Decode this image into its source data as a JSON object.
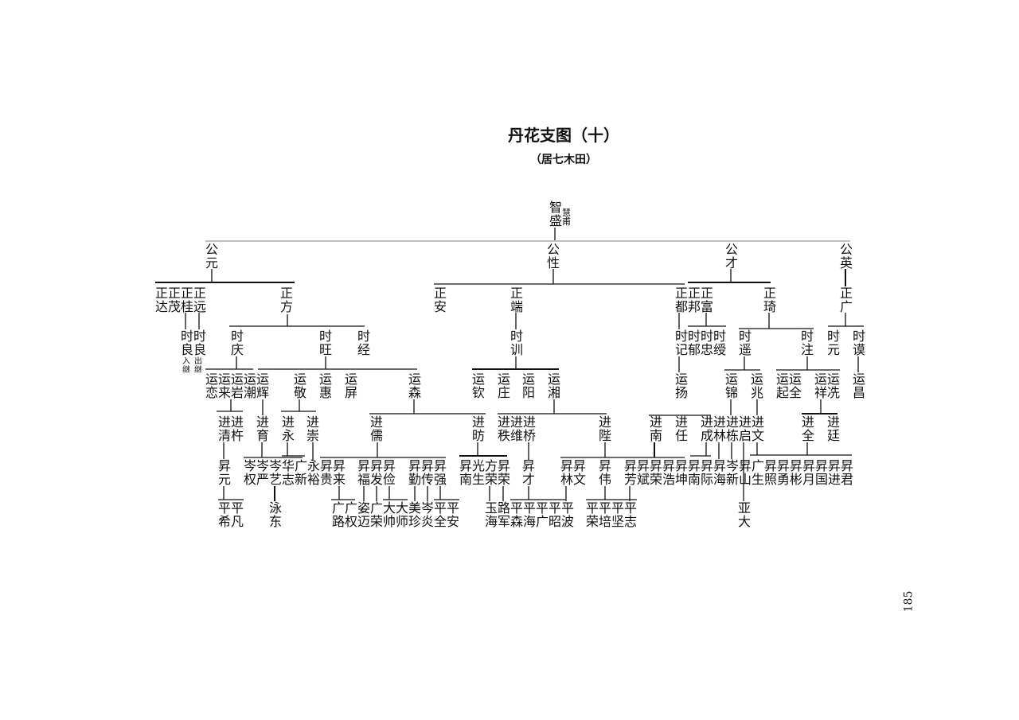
{
  "title": "丹花支图（十）",
  "subtitle": "（居七木田）",
  "root": {
    "top": "智",
    "bottom": "盛",
    "note": "慧甫"
  },
  "notes": [
    "入继",
    "出继"
  ],
  "page_number": "185",
  "nodes": [
    {
      "top": "公",
      "bottom": "元"
    },
    {
      "top": "公",
      "bottom": "性"
    },
    {
      "top": "公",
      "bottom": "才"
    },
    {
      "top": "公",
      "bottom": "英"
    },
    {
      "top": "正正正正",
      "bottom": "达茂桂远"
    },
    {
      "top": "正",
      "bottom": "方"
    },
    {
      "top": "正",
      "bottom": "安"
    },
    {
      "top": "正",
      "bottom": "端"
    },
    {
      "top": "正正正",
      "bottom": "都邦富"
    },
    {
      "top": "正",
      "bottom": "琦"
    },
    {
      "top": "正",
      "bottom": "广"
    },
    {
      "top": "时时",
      "bottom": "良良"
    },
    {
      "top": "时",
      "bottom": "庆"
    },
    {
      "top": "时",
      "bottom": "旺"
    },
    {
      "top": "时",
      "bottom": "经"
    },
    {
      "top": "时",
      "bottom": "训"
    },
    {
      "top": "时时时时",
      "bottom": "记郁忠绶"
    },
    {
      "top": "时",
      "bottom": "遥"
    },
    {
      "top": "时",
      "bottom": "注"
    },
    {
      "top": "时",
      "bottom": "元"
    },
    {
      "top": "时",
      "bottom": "谟"
    },
    {
      "top": "运运运运运",
      "bottom": "恋来岩潮辉"
    },
    {
      "top": "运",
      "bottom": "敬"
    },
    {
      "top": "运",
      "bottom": "惠"
    },
    {
      "top": "运",
      "bottom": "屏"
    },
    {
      "top": "运",
      "bottom": "森"
    },
    {
      "top": "运",
      "bottom": "钦"
    },
    {
      "top": "运",
      "bottom": "庄"
    },
    {
      "top": "运",
      "bottom": "阳"
    },
    {
      "top": "运",
      "bottom": "湘"
    },
    {
      "top": "运",
      "bottom": "扬"
    },
    {
      "top": "运",
      "bottom": "锦"
    },
    {
      "top": "运",
      "bottom": "兆"
    },
    {
      "top": "运运",
      "bottom": "起全"
    },
    {
      "top": "运运",
      "bottom": "祥冼"
    },
    {
      "top": "运",
      "bottom": "昌"
    },
    {
      "top": "进进",
      "bottom": "清杵"
    },
    {
      "top": "进",
      "bottom": "育"
    },
    {
      "top": "进",
      "bottom": "永"
    },
    {
      "top": "进",
      "bottom": "崇"
    },
    {
      "top": "进",
      "bottom": "儒"
    },
    {
      "top": "进",
      "bottom": "昉"
    },
    {
      "top": "进进进",
      "bottom": "秩维桥"
    },
    {
      "top": "进",
      "bottom": "陛"
    },
    {
      "top": "进",
      "bottom": "南"
    },
    {
      "top": "进",
      "bottom": "任"
    },
    {
      "top": "进进进进进",
      "bottom": "成林栋启文"
    },
    {
      "top": "进",
      "bottom": "全"
    },
    {
      "top": "进",
      "bottom": "廷"
    },
    {
      "top": "昇",
      "bottom": "元"
    },
    {
      "top": "岑岑岑华广永昇昇",
      "bottom": "权严艺志新裕贵来"
    },
    {
      "top": "昇昇昇",
      "bottom": "福发俭"
    },
    {
      "top": "昇昇昇",
      "bottom": "勤传强"
    },
    {
      "top": "昇光方昇",
      "bottom": "南生荣荣"
    },
    {
      "top": "昇",
      "bottom": "才"
    },
    {
      "top": "昇昇",
      "bottom": "林文"
    },
    {
      "top": "昇",
      "bottom": "伟"
    },
    {
      "top": "昇昇昇昇昇昇昇昇岑昇广昇昇昇昇昇昇昇",
      "bottom": "芳斌荣浩坤南际海新山生照勇彬月国进君"
    },
    {
      "top": "平平",
      "bottom": "希凡"
    },
    {
      "top": "泳",
      "bottom": "东"
    },
    {
      "top": "广广姿广大大美岑平平",
      "bottom": "路权迈荣帅师珍炎全安"
    },
    {
      "top": "玉路平平平平平",
      "bottom": "海军森海广昭波"
    },
    {
      "top": "平平平平",
      "bottom": "荣培坚志"
    },
    {
      "top": "亚",
      "bottom": "大"
    }
  ]
}
